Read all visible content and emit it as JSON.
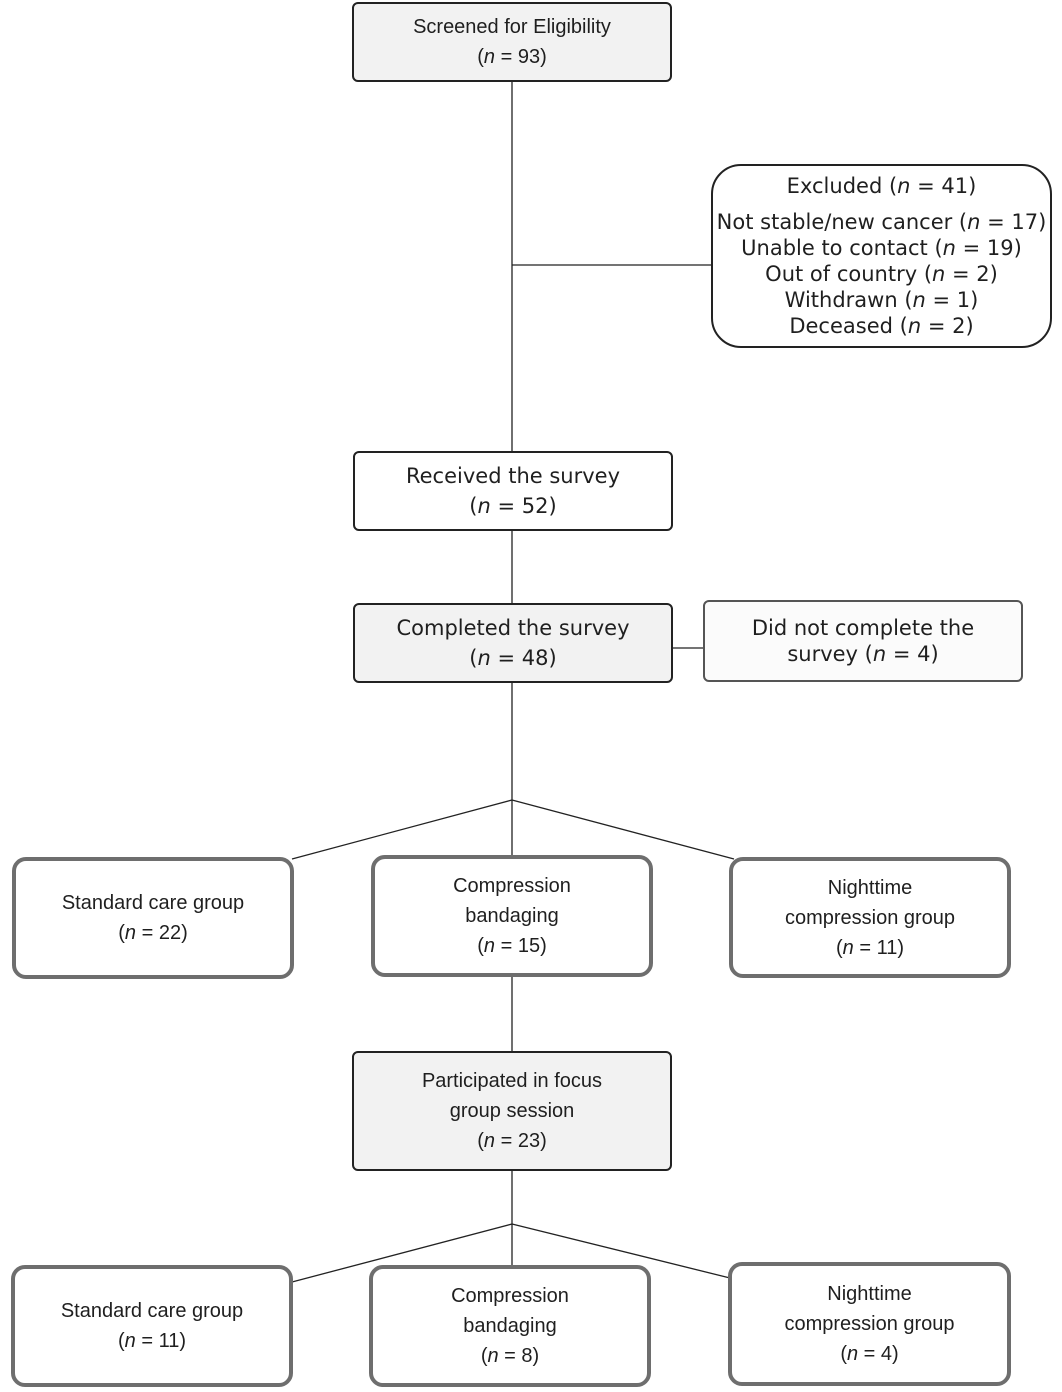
{
  "screened": {
    "title": "Screened for Eligibility",
    "n": "(n = 93)"
  },
  "excluded": {
    "title": "Excluded (n = 41)",
    "reasons": [
      "Not stable/new cancer (n = 17)",
      "Unable to contact (n = 19)",
      "Out of country (n = 2)",
      "Withdrawn (n = 1)",
      "Deceased (n = 2)"
    ]
  },
  "received": {
    "title": "Received the survey",
    "n": "(n = 52)"
  },
  "completed": {
    "title": "Completed the survey",
    "n": "(n = 48)"
  },
  "not_completed": {
    "line1": "Did not complete the",
    "line2": "survey (n = 4)"
  },
  "survey_groups": [
    {
      "lines": [
        "Standard care group",
        "(n = 22)"
      ]
    },
    {
      "lines": [
        "Compression",
        "bandaging",
        "(n = 15)"
      ]
    },
    {
      "lines": [
        "Nighttime",
        "compression group",
        "(n = 11)"
      ]
    }
  ],
  "focus": {
    "lines": [
      "Participated in focus",
      "group session",
      "(n = 23)"
    ]
  },
  "focus_groups": [
    {
      "lines": [
        "Standard care group",
        "(n = 11)"
      ]
    },
    {
      "lines": [
        "Compression",
        "bandaging",
        "(n = 8)"
      ]
    },
    {
      "lines": [
        "Nighttime",
        "compression group",
        "(n = 4)"
      ]
    }
  ]
}
